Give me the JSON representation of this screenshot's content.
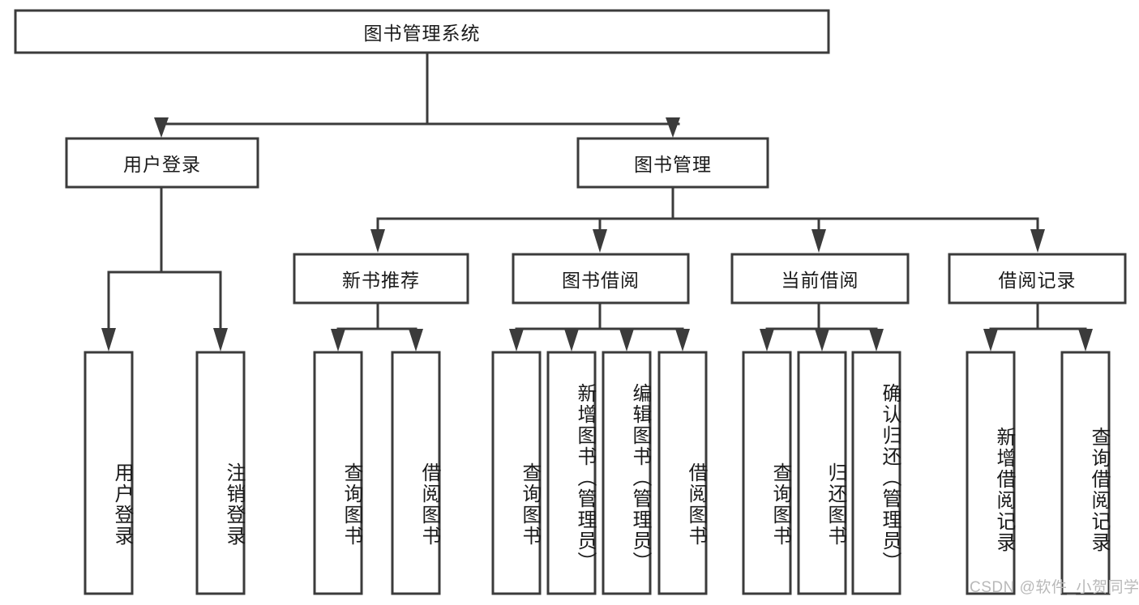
{
  "diagram": {
    "type": "hierarchy-tree",
    "title": "图书管理系统",
    "watermark": "CSDN @软件_小贺同学",
    "colors": {
      "box_stroke": "#3b3b3b",
      "box_fill": "#ffffff",
      "text": "#1a1a1a",
      "background": "#ffffff",
      "watermark": "#b9b9b9"
    },
    "levels": {
      "root": "图书管理系统",
      "level2": [
        "用户登录",
        "图书管理"
      ],
      "level3": [
        "新书推荐",
        "图书借阅",
        "当前借阅",
        "借阅记录"
      ],
      "level4": [
        "用户登录",
        "注销登录",
        "查询图书",
        "借阅图书",
        "查询图书",
        "新增图书（管理员）",
        "编辑图书（管理员）",
        "借阅图书",
        "查询图书",
        "归还图书",
        "确认归还（管理员）",
        "新增借阅记录",
        "查询借阅记录"
      ]
    },
    "nodes": {
      "root": {
        "label": "图书管理系统"
      },
      "user_login": {
        "label": "用户登录"
      },
      "book_manage": {
        "label": "图书管理"
      },
      "new_book_rec": {
        "label": "新书推荐"
      },
      "book_borrow": {
        "label": "图书借阅"
      },
      "current_borrow": {
        "label": "当前借阅"
      },
      "borrow_record": {
        "label": "借阅记录"
      },
      "leaf_user_login": {
        "label": "用户登录"
      },
      "leaf_logout": {
        "label": "注销登录"
      },
      "leaf_query_book_1": {
        "label": "查询图书"
      },
      "leaf_borrow_book_1": {
        "label": "借阅图书"
      },
      "leaf_query_book_2": {
        "label": "查询图书"
      },
      "leaf_add_book": {
        "label": "新增图书（管理员）"
      },
      "leaf_edit_book": {
        "label": "编辑图书（管理员）"
      },
      "leaf_borrow_book_2": {
        "label": "借阅图书"
      },
      "leaf_query_book_3": {
        "label": "查询图书"
      },
      "leaf_return_book": {
        "label": "归还图书"
      },
      "leaf_confirm_return": {
        "label": "确认归还（管理员）"
      },
      "leaf_add_record": {
        "label": "新增借阅记录"
      },
      "leaf_query_record": {
        "label": "查询借阅记录"
      }
    },
    "edges": [
      {
        "from": "root",
        "to": "user_login"
      },
      {
        "from": "root",
        "to": "book_manage"
      },
      {
        "from": "user_login",
        "to": "leaf_user_login"
      },
      {
        "from": "user_login",
        "to": "leaf_logout"
      },
      {
        "from": "book_manage",
        "to": "new_book_rec"
      },
      {
        "from": "book_manage",
        "to": "book_borrow"
      },
      {
        "from": "book_manage",
        "to": "current_borrow"
      },
      {
        "from": "book_manage",
        "to": "borrow_record"
      },
      {
        "from": "new_book_rec",
        "to": "leaf_query_book_1"
      },
      {
        "from": "new_book_rec",
        "to": "leaf_borrow_book_1"
      },
      {
        "from": "book_borrow",
        "to": "leaf_query_book_2"
      },
      {
        "from": "book_borrow",
        "to": "leaf_add_book"
      },
      {
        "from": "book_borrow",
        "to": "leaf_edit_book"
      },
      {
        "from": "book_borrow",
        "to": "leaf_borrow_book_2"
      },
      {
        "from": "current_borrow",
        "to": "leaf_query_book_3"
      },
      {
        "from": "current_borrow",
        "to": "leaf_return_book"
      },
      {
        "from": "current_borrow",
        "to": "leaf_confirm_return"
      },
      {
        "from": "borrow_record",
        "to": "leaf_add_record"
      },
      {
        "from": "borrow_record",
        "to": "leaf_query_record"
      }
    ]
  }
}
